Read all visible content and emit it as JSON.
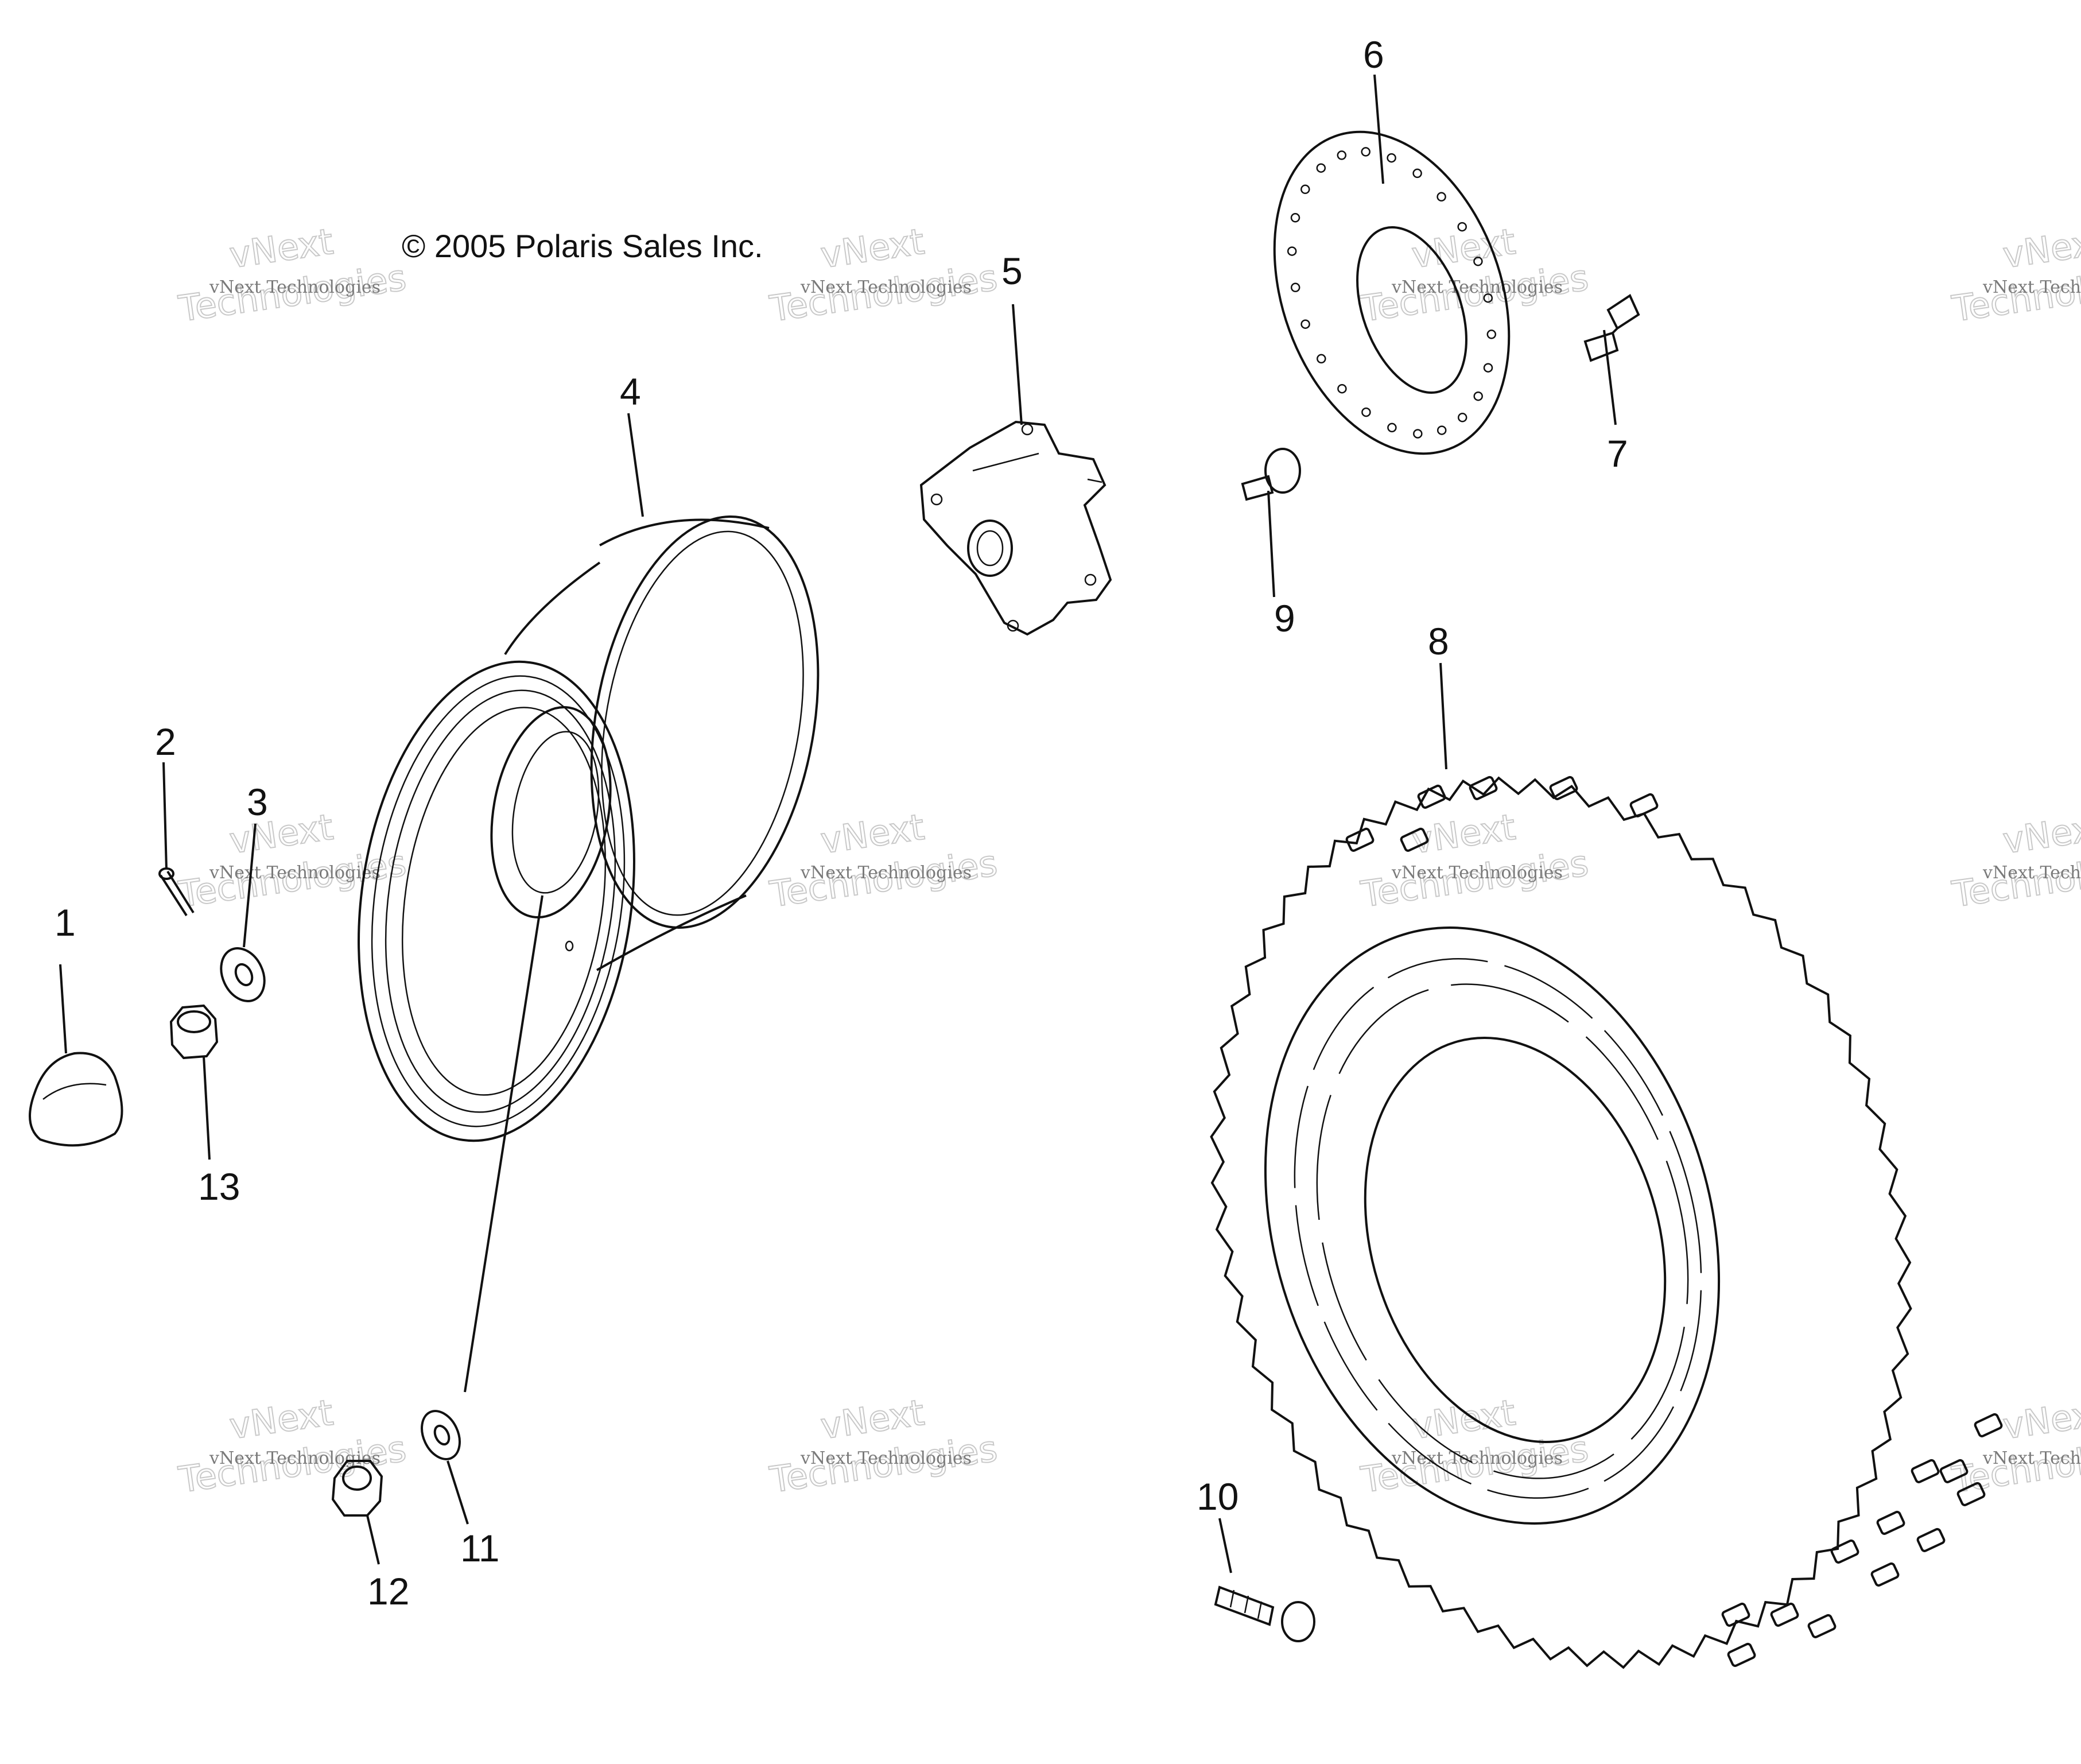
{
  "copyright": "© 2005 Polaris Sales Inc.",
  "watermark": {
    "small": "vNext Technologies",
    "big_top": "vNext",
    "big_bottom": "Technologies"
  },
  "callouts": [
    "1",
    "2",
    "3",
    "4",
    "5",
    "6",
    "7",
    "8",
    "9",
    "10",
    "11",
    "12",
    "13"
  ],
  "colors": {
    "ink": "#111111",
    "watermark": "#c9c9c9",
    "background": "#ffffff"
  }
}
